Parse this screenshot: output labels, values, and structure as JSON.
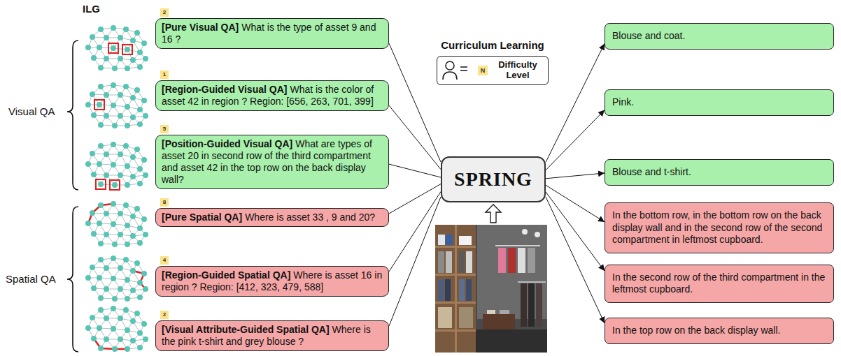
{
  "diagram": {
    "nodes": [
      {
        "text": [
          "2"
        ]
      },
      {
        "text": [
          "[Pure Visual QA]",
          "What is the type of asset 9 and 16 ?"
        ]
      },
      {
        "text": [
          "1"
        ]
      },
      {
        "text": [
          "[Region-Guided Visual QA]",
          "What is the color of asset 42 in region ? Region: [656, 263, 701, 399]"
        ]
      },
      {
        "text": [
          "5"
        ]
      },
      {
        "text": [
          "[Position-Guided Visual QA]",
          "What are types of asset 20 in second row of the third compartment and asset 42 in the top row on the back display wall?"
        ]
      },
      {
        "text": [
          "8"
        ]
      },
      {
        "text": [
          "[Pure Spatial QA]",
          "Where is asset 33 , 9 and 20?"
        ]
      },
      {
        "text": [
          "4"
        ]
      },
      {
        "text": [
          "[Region-Guided Spatial QA]",
          "Where is asset 16 in region ? Region: [412, 323, 479, 588]"
        ]
      },
      {
        "text": [
          "2"
        ]
      },
      {
        "text": [
          "[Visual Attribute-Guided Spatial QA]",
          "Where is the pink t-shirt and grey blouse ?"
        ]
      },
      {
        "text": [
          "Curriculum Learning",
          "Difficulty Level"
        ]
      },
      {
        "text": [
          "N"
        ],
        "in": 12
      },
      {
        "text": [
          "SPRING"
        ]
      },
      {
        "text": [
          "Blouse and coat."
        ]
      },
      {
        "text": [
          "Pink."
        ]
      },
      {
        "text": [
          "Blouse and t-shirt."
        ]
      },
      {
        "text": [
          "In the bottom row, in the bottom row on the back display wall and in the second row of the second compartment in leftmost cupboard."
        ]
      },
      {
        "text": [
          "In the second row of the third compartment in the leftmost cupboard."
        ]
      },
      {
        "text": [
          "In the top row on the back display wall."
        ]
      }
    ],
    "edges": [
      {
        "from": 1,
        "to": 14,
        "arrow": "none"
      },
      {
        "from": 3,
        "to": 14,
        "arrow": "none"
      },
      {
        "from": 5,
        "to": 14,
        "arrow": "none"
      },
      {
        "from": 7,
        "to": 14,
        "arrow": "none"
      },
      {
        "from": 9,
        "to": 14,
        "arrow": "none"
      },
      {
        "from": 11,
        "to": 14,
        "arrow": "none"
      },
      {
        "from": 14,
        "to": 15,
        "arrow": "to"
      },
      {
        "from": 14,
        "to": 16,
        "arrow": "to"
      },
      {
        "from": 14,
        "to": 17,
        "arrow": "to"
      },
      {
        "from": 14,
        "to": 18,
        "arrow": "to"
      },
      {
        "from": 14,
        "to": 19,
        "arrow": "to"
      },
      {
        "from": 14,
        "to": 20,
        "arrow": "to"
      }
    ],
    "labels": [
      "ILG",
      "Visual QA",
      "Spatial QA"
    ]
  }
}
